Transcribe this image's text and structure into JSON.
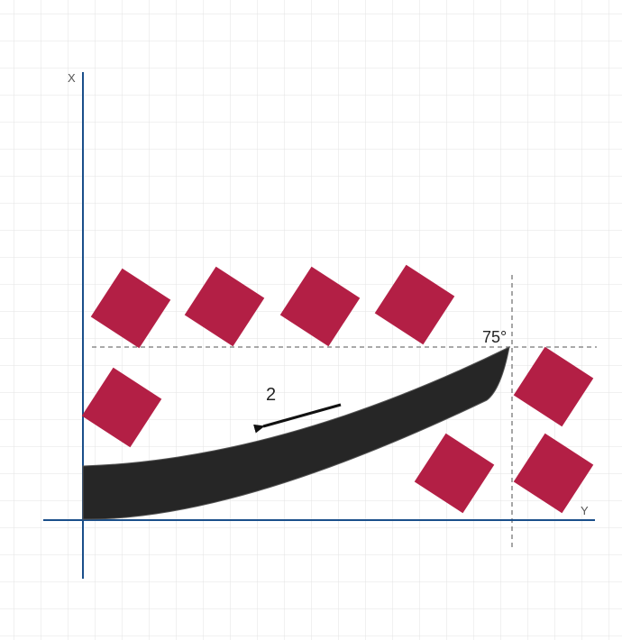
{
  "axes": {
    "vertical_label": "X",
    "horizontal_label": "Y",
    "color": "#1a4f8a"
  },
  "annotations": {
    "angle_label": "75°",
    "arrow_label": "2"
  },
  "colors": {
    "squares": "#b31f45",
    "blade": "#262626",
    "guide_lines": "#777777",
    "grid": "#e3e3e3"
  },
  "shapes": {
    "square_count": 8,
    "blade_count": 1,
    "arrow_count": 1,
    "guide_line_count": 2
  }
}
